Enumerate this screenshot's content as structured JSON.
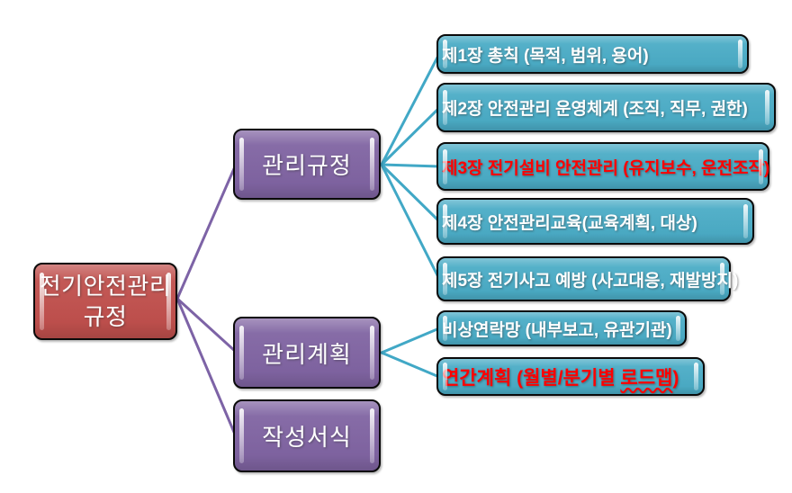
{
  "diagram": {
    "title_hint": "전기안전관리 규정 조직도",
    "root": {
      "line1": "전기안전관리",
      "line2": "규정"
    },
    "branches": [
      {
        "label": "관리규정"
      },
      {
        "label": "관리계획"
      },
      {
        "label": "작성서식"
      }
    ],
    "chapters": [
      {
        "label": "제1장 총칙 (목적, 범위, 용어)",
        "emphasis": false
      },
      {
        "label": "제2장 안전관리 운영체계 (조직, 직무, 권한)",
        "emphasis": false
      },
      {
        "label": "제3장 전기설비 안전관리 (유지보수, 운전조작)",
        "emphasis": true
      },
      {
        "label": "제4장 안전관리교육(교육계획, 대상)",
        "emphasis": false
      },
      {
        "label": "제5장 전기사고 예방 (사고대응, 재발방지)",
        "emphasis": false
      }
    ],
    "plan_items": [
      {
        "label": "비상연락망 (내부보고, 유관기관)",
        "emphasis": false
      },
      {
        "parts": {
          "before": "연간계획 (월별/분기별 ",
          "wavy": "로드맵",
          "after": ")"
        },
        "emphasis": true
      }
    ],
    "colors": {
      "root_fill": "#C0504D",
      "branch_fill": "#8064A2",
      "leaf_fill": "#4BACC6",
      "emphasis_text": "#FF0000",
      "text": "#FFFFFF",
      "connector_purple": "#7D63A6",
      "connector_teal": "#41A8C6"
    }
  }
}
